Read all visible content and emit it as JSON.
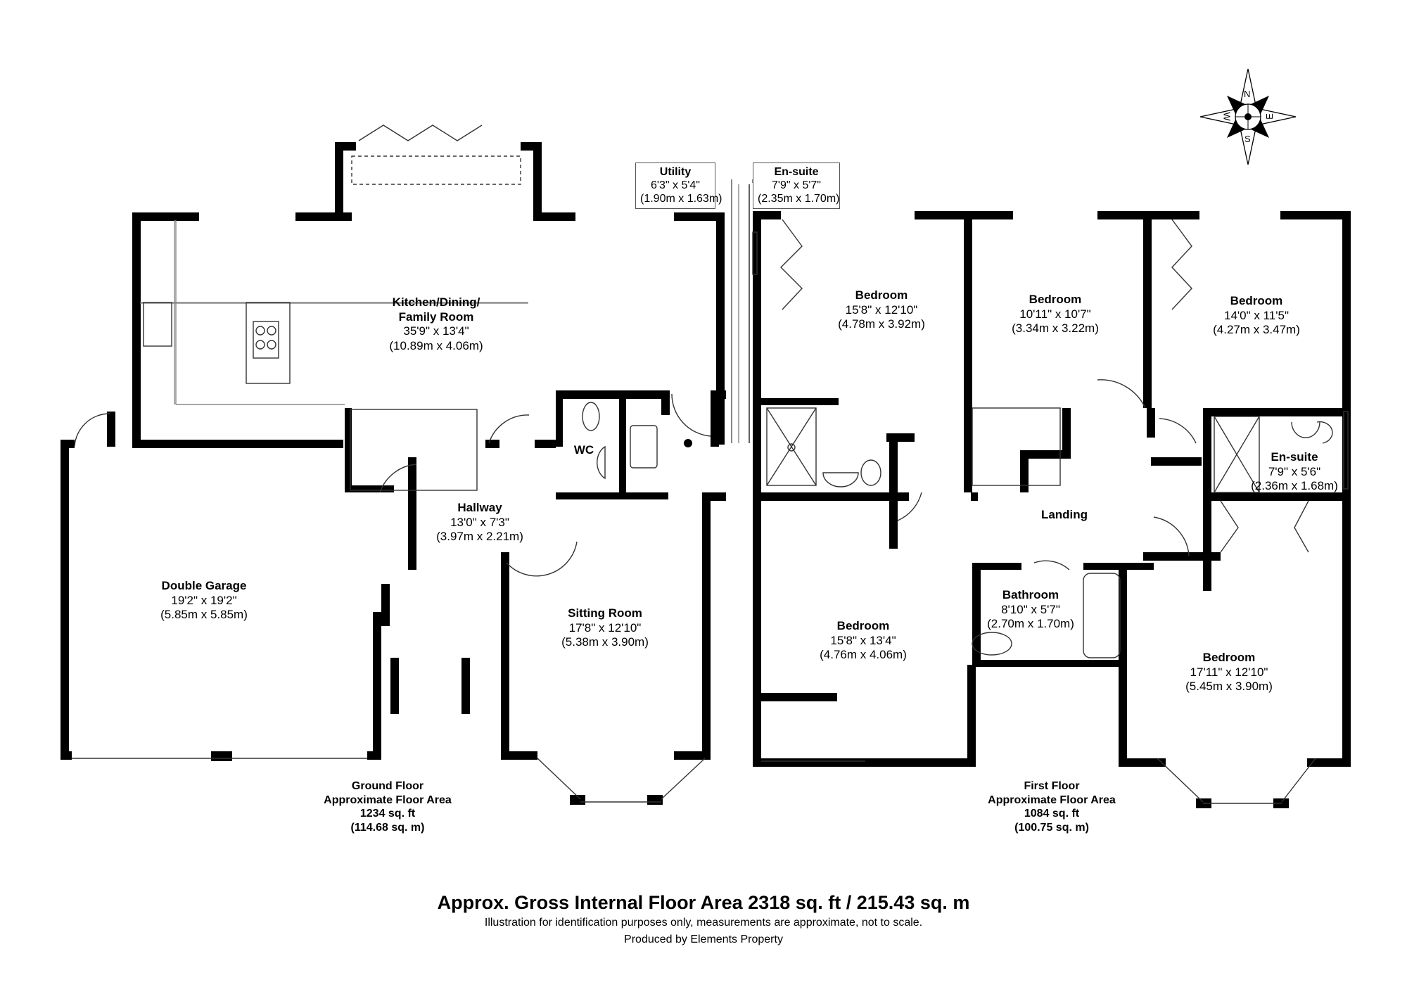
{
  "ground_floor": {
    "rooms": [
      {
        "name": "Kitchen/Dining/",
        "name2": "Family Room",
        "imperial": "35'9\" x 13'4\"",
        "metric": "(10.89m x 4.06m)"
      },
      {
        "name": "Hallway",
        "imperial": "13'0\" x 7'3\"",
        "metric": "(3.97m x 2.21m)"
      },
      {
        "name": "WC"
      },
      {
        "name": "Double Garage",
        "imperial": "19'2\" x 19'2\"",
        "metric": "(5.85m x 5.85m)"
      },
      {
        "name": "Sitting Room",
        "imperial": "17'8\" x 12'10\"",
        "metric": "(5.38m x 3.90m)"
      }
    ],
    "utility_callout": {
      "name": "Utility",
      "imperial": "6'3\" x 5'4\"",
      "metric": "(1.90m x 1.63m)"
    },
    "summary": {
      "title": "Ground Floor",
      "subtitle": "Approximate Floor Area",
      "sqft": "1234 sq. ft",
      "sqm": "(114.68 sq. m)"
    }
  },
  "first_floor": {
    "rooms": [
      {
        "name": "Bedroom",
        "imperial": "15'8\" x 12'10\"",
        "metric": "(4.78m x 3.92m)"
      },
      {
        "name": "Bedroom",
        "imperial": "10'11\" x 10'7\"",
        "metric": "(3.34m x 3.22m)"
      },
      {
        "name": "Bedroom",
        "imperial": "14'0\" x 11'5\"",
        "metric": "(4.27m x 3.47m)"
      },
      {
        "name": "En-suite",
        "imperial": "7'9\" x 5'6\"",
        "metric": "(2.36m x 1.68m)"
      },
      {
        "name": "Landing"
      },
      {
        "name": "Bathroom",
        "imperial": "8'10\" x 5'7\"",
        "metric": "(2.70m x 1.70m)"
      },
      {
        "name": "Bedroom",
        "imperial": "15'8\" x 13'4\"",
        "metric": "(4.76m x 4.06m)"
      },
      {
        "name": "Bedroom",
        "imperial": "17'11\" x 12'10\"",
        "metric": "(5.45m x 3.90m)"
      }
    ],
    "ensuite_callout": {
      "name": "En-suite",
      "imperial": "7'9\" x 5'7\"",
      "metric": "(2.35m x 1.70m)"
    },
    "summary": {
      "title": "First Floor",
      "subtitle": "Approximate Floor Area",
      "sqft": "1084 sq. ft",
      "sqm": "(100.75 sq. m)"
    }
  },
  "compass": {
    "north": "N",
    "south": "S",
    "east": "E",
    "west": "W"
  },
  "footer": {
    "gross_area": "Approx. Gross Internal Floor Area 2318 sq. ft / 215.43 sq. m",
    "disclaimer": "Illustration for identification purposes only, measurements are approximate, not to scale.",
    "producer": "Produced by Elements Property"
  },
  "colors": {
    "wall": "#000000",
    "background": "#ffffff",
    "fixture_line": "#333333"
  }
}
